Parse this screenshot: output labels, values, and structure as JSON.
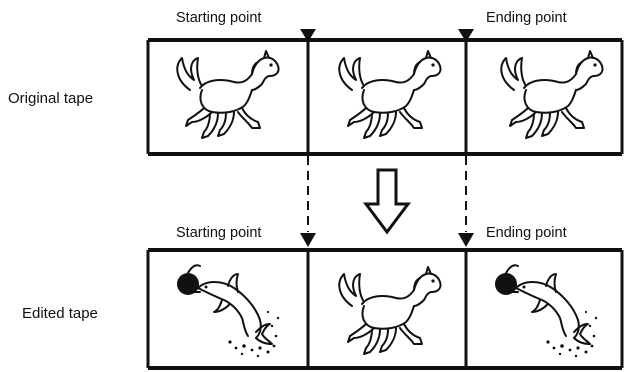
{
  "labels": {
    "original_tape": "Original tape",
    "edited_tape": "Edited tape",
    "starting_point_top": "Starting point",
    "ending_point_top": "Ending point",
    "starting_point_bottom": "Starting point",
    "ending_point_bottom": "Ending point"
  },
  "tapes": {
    "original": {
      "frames": [
        "horse",
        "horse",
        "horse"
      ]
    },
    "edited": {
      "frames": [
        "dolphin",
        "horse",
        "dolphin"
      ]
    }
  },
  "colors": {
    "ink": "#111111",
    "background": "#ffffff"
  },
  "icons": {
    "edit_point_marker": "down-triangle-icon",
    "transform_arrow": "down-arrow-outline-icon"
  }
}
